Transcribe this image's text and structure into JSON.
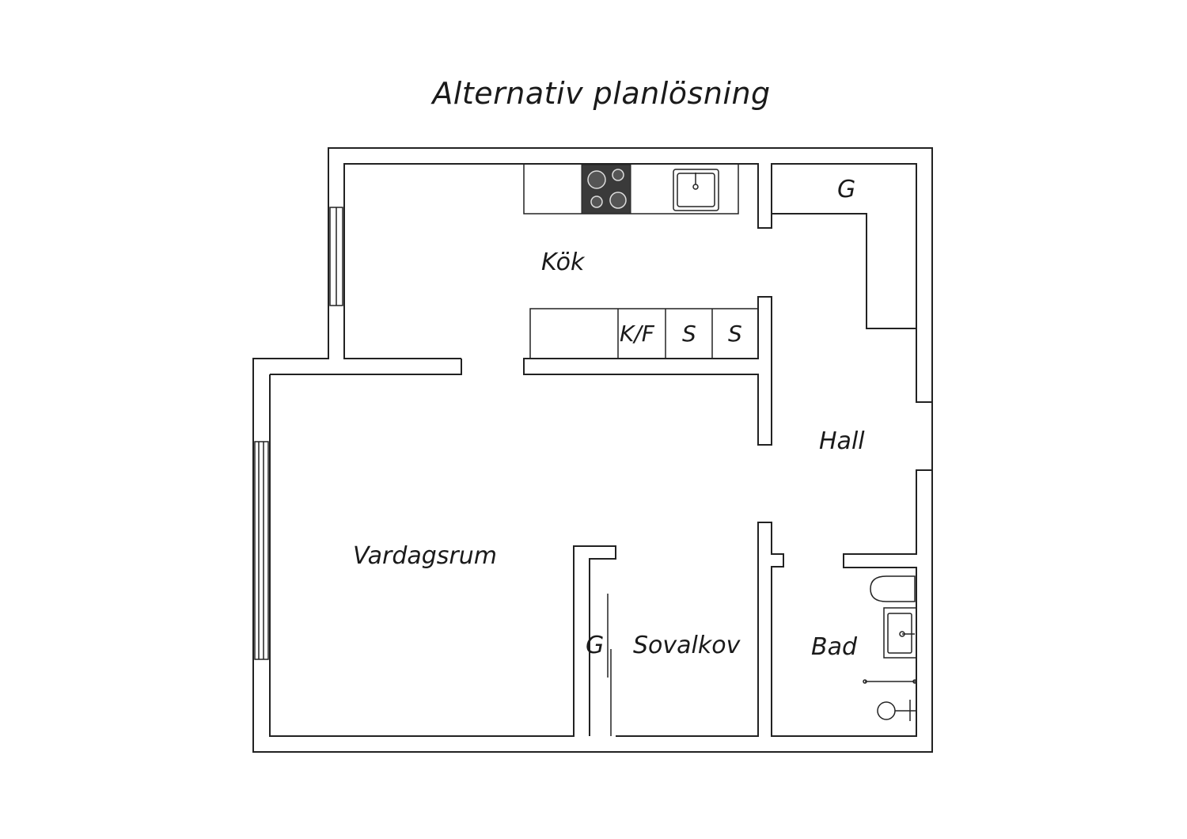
{
  "title": "Alternativ planlösning",
  "rooms": {
    "kitchen": "Kök",
    "living_room": "Vardagsrum",
    "hall": "Hall",
    "sleeping_alcove": "Sovalkov",
    "bathroom": "Bad",
    "wardrobe_top": "G",
    "wardrobe_alcove": "G"
  },
  "appliances": {
    "fridge_freezer": "K/F",
    "cabinet_1": "S",
    "cabinet_2": "S"
  },
  "colors": {
    "walls": "#222222",
    "stove": "#3a3a3a",
    "background": "#ffffff"
  }
}
